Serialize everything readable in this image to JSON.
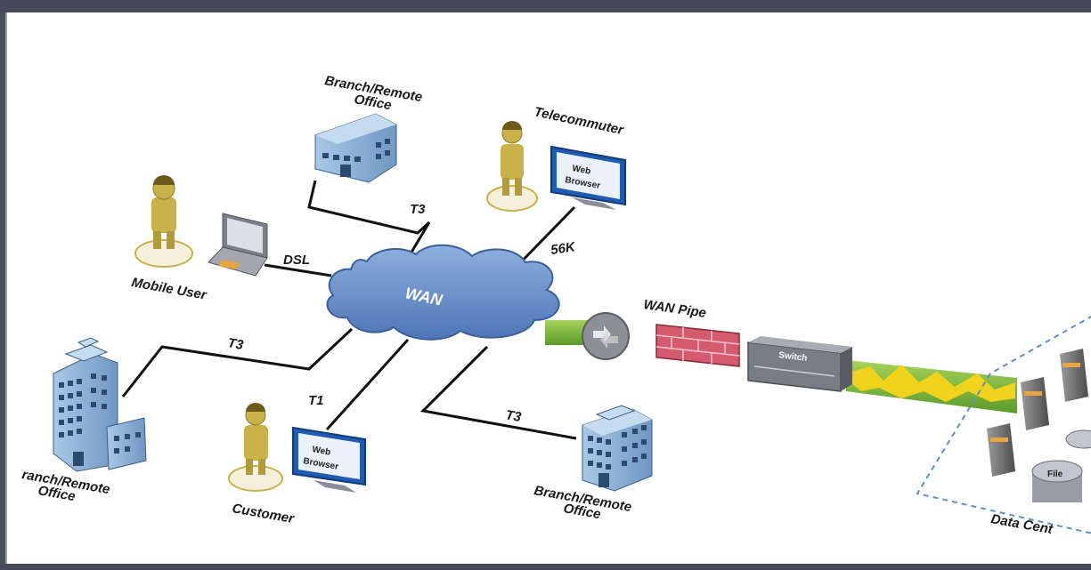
{
  "diagram": {
    "cloud_label": "WAN",
    "nodes": {
      "branch_top": "Branch/Remote",
      "branch_top_2": "Office",
      "telecommuter": "Telecommuter",
      "telecommuter_browser_1": "Web",
      "telecommuter_browser_2": "Browser",
      "mobile_user": "Mobile User",
      "branch_left_1": "ranch/Remote",
      "branch_left_2": "Office",
      "customer": "Customer",
      "customer_browser_1": "Web",
      "customer_browser_2": "Browser",
      "branch_bottom_1": "Branch/Remote",
      "branch_bottom_2": "Office",
      "wan_pipe": "WAN Pipe",
      "switch": "Switch",
      "data_center": "Data Cent",
      "file_server": "File"
    },
    "links": {
      "branch_top": "T3",
      "telecommuter": "56K",
      "mobile_user": "DSL",
      "branch_left": "T3",
      "customer": "T1",
      "branch_bottom": "T3"
    }
  },
  "colors": {
    "frame": "#474a59",
    "cloud": "#6f92c9",
    "building": "#8fb4d8",
    "person": "#c9b24a",
    "firewall": "#d45a6e",
    "pipe_green": "#7dbb3a",
    "pipe_yellow": "#f1d21c",
    "data_center_border": "#5c90c8"
  }
}
